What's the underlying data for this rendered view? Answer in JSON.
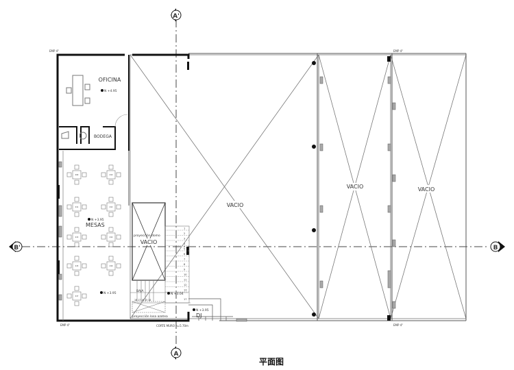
{
  "title": "平面图",
  "axes": {
    "a_top": "A'",
    "a_bottom": "A",
    "b_left": "B'",
    "b_right": "B"
  },
  "rooms": {
    "office": "OFICINA",
    "office_level": "N +4.95",
    "storage": "BODEGA",
    "tables": "MESAS",
    "tables_level": "N +3.95",
    "tables_level_2": "N +3.95",
    "stair_void": "VACIO",
    "dome_projection": "proyección domo",
    "slab_projection": "proyección losa azotea",
    "stair_level": "N +3.04",
    "stair_down": "BAJA",
    "dj": "DJ",
    "dj_level": "N +3.95",
    "void_main": "VACIO",
    "void_2": "VACIO",
    "void_3": "VACIO"
  },
  "notes": {
    "emp_top_left": "EMP 4\"",
    "emp_top_right": "EMP 4\"",
    "emp_bottom_left": "EMP 4\"",
    "emp_bottom_right": "EMP 4\"",
    "section_cut": "CORTE MURO h=5.70m"
  },
  "stair_steps": [
    "1",
    "2",
    "3",
    "4",
    "5",
    "6",
    "7",
    "8",
    "9",
    "10",
    "11",
    "12",
    "13"
  ],
  "stair_landing": "17",
  "lower_steps": "18 17 16 15 14",
  "tables": [
    "409",
    "410",
    "411",
    "412",
    "413",
    "414",
    "415",
    "416",
    "417"
  ]
}
